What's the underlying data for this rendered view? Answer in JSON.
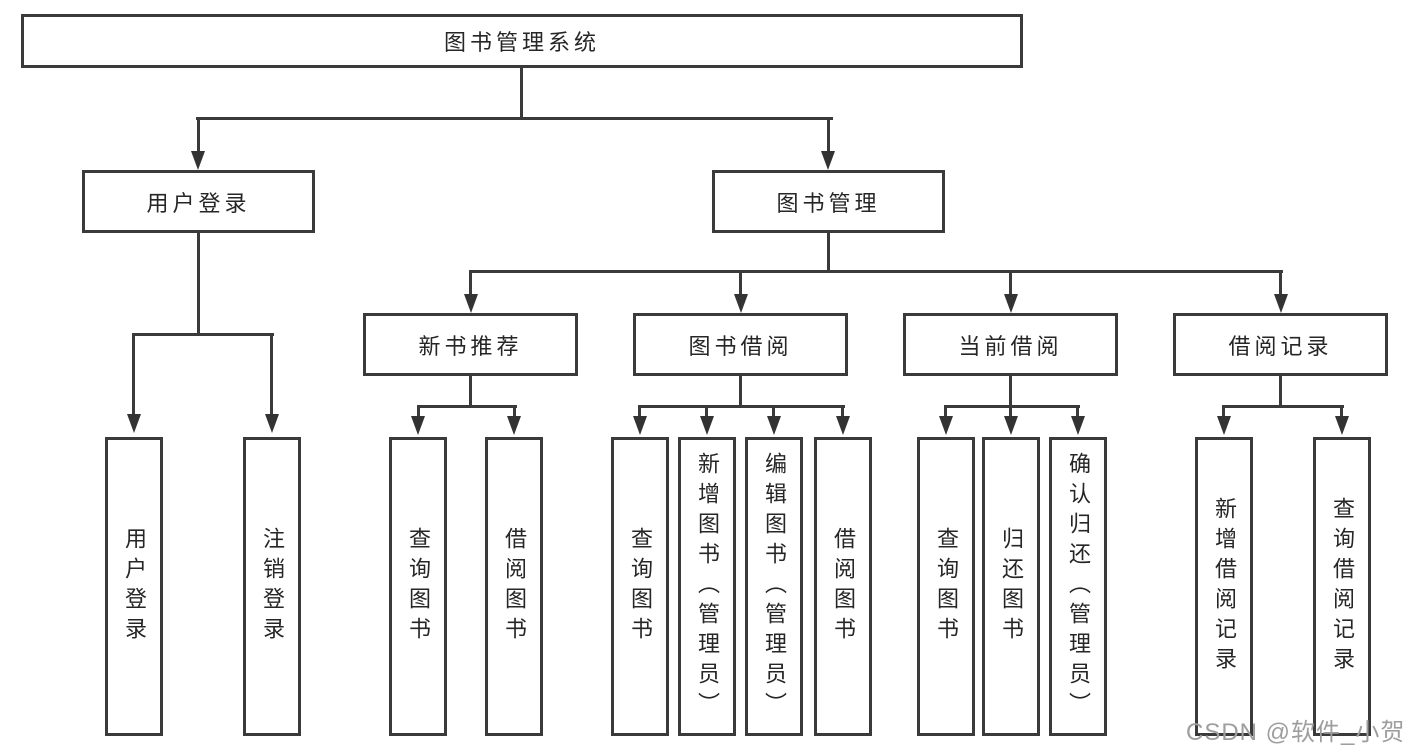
{
  "tree": {
    "root": "图书管理系统",
    "left_branch": {
      "label": "用户登录",
      "children": [
        "用户登录",
        "注销登录"
      ]
    },
    "right_branch": {
      "label": "图书管理",
      "groups": [
        {
          "label": "新书推荐",
          "children": [
            "查询图书",
            "借阅图书"
          ]
        },
        {
          "label": "图书借阅",
          "children": [
            "查询图书",
            "新增图书（管理员）",
            "编辑图书（管理员）",
            "借阅图书"
          ]
        },
        {
          "label": "当前借阅",
          "children": [
            "查询图书",
            "归还图书",
            "确认归还（管理员）"
          ]
        },
        {
          "label": "借阅记录",
          "children": [
            "新增借阅记录",
            "查询借阅记录"
          ]
        }
      ]
    }
  },
  "watermark": {
    "text": "CSDN @软件_小贺同学"
  },
  "colors": {
    "line": "#3a3a3a",
    "text": "#262626",
    "background": "#ffffff",
    "watermark": "#9e9e9e"
  }
}
